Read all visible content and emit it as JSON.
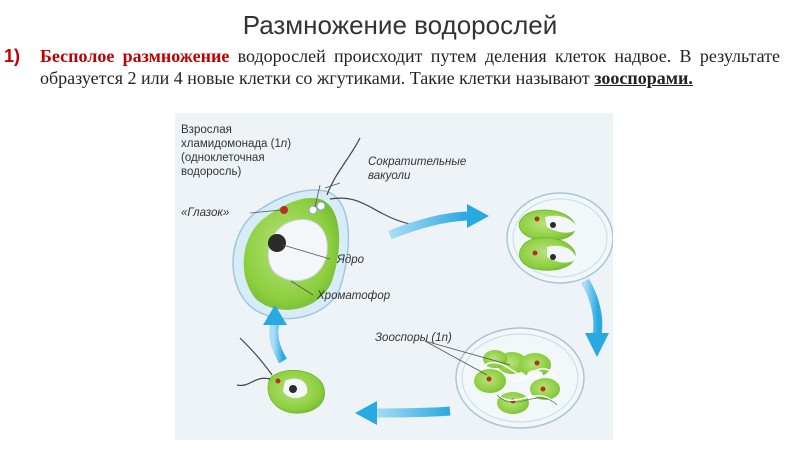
{
  "title": "Размножение водорослей",
  "item_number": "1)",
  "paragraph": {
    "highlight": "Бесполое размножение",
    "text1": " водорослей происходит путем деления клеток надвое. В результате образуется 2 или 4 новые клетки со жгутиками. Такие клетки называют ",
    "term": "зооспорами."
  },
  "diagram_labels": {
    "adult_line1": "Взрослая",
    "adult_line2": "хламидомонада (1",
    "adult_line3": "(одноклеточная",
    "adult_line4": "водоросль)",
    "ploidy_n": "n",
    "ploidy_close": ")",
    "vacuoles_line1": "Сократительные",
    "vacuoles_line2": "вакуоли",
    "eyespot": "«Глазок»",
    "nucleus": "Ядро",
    "chromatophore": "Хроматофор",
    "zoospores": "Зооспоры (1",
    "zoospores_n": "n",
    "zoospores_close": ")"
  },
  "colors": {
    "accent_red": "#c00000",
    "cell_green": "#8ccf3f",
    "arrow_blue": "#29a9e1",
    "figure_bg": "#eef3f7"
  }
}
